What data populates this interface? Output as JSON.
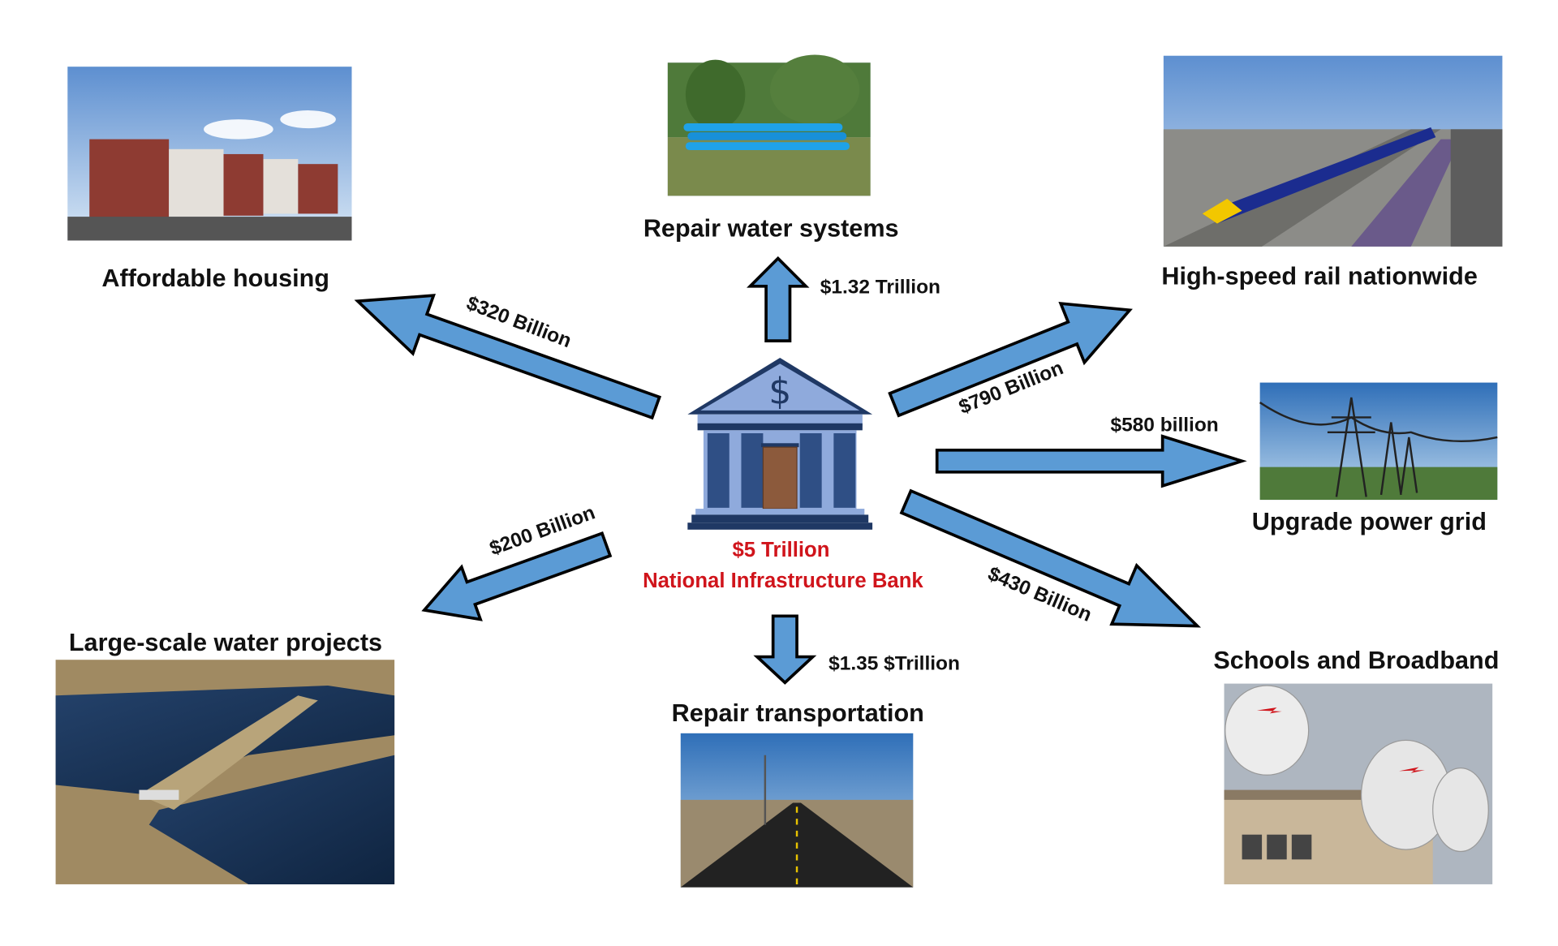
{
  "center": {
    "amount": "$5 Trillion",
    "name": "National Infrastructure Bank",
    "icon": "bank-building-icon",
    "symbol": "$"
  },
  "targets": [
    {
      "label": "Affordable housing",
      "amount": "$320 Billion",
      "image": "apartment-buildings-photo"
    },
    {
      "label": "Repair water systems",
      "amount": "$1.32 Trillion",
      "image": "blue-water-pipes-photo"
    },
    {
      "label": "High-speed rail nationwide",
      "amount": "$790 Billion",
      "image": "high-speed-train-photo"
    },
    {
      "label": "Upgrade power grid",
      "amount": "$580 billion",
      "image": "power-transmission-towers-photo"
    },
    {
      "label": "Schools and Broadband",
      "amount": "$430 Billion",
      "image": "satellite-dishes-on-building-photo"
    },
    {
      "label": "Repair transportation",
      "amount": "$1.35 $Trillion",
      "image": "desert-highway-photo"
    },
    {
      "label": "Large-scale water projects",
      "amount": "$200 Billion",
      "image": "dam-and-reservoir-photo"
    }
  ],
  "colors": {
    "arrow": "#5b9bd5",
    "center_text": "#d0141b",
    "bank": "#4a6fa5"
  }
}
